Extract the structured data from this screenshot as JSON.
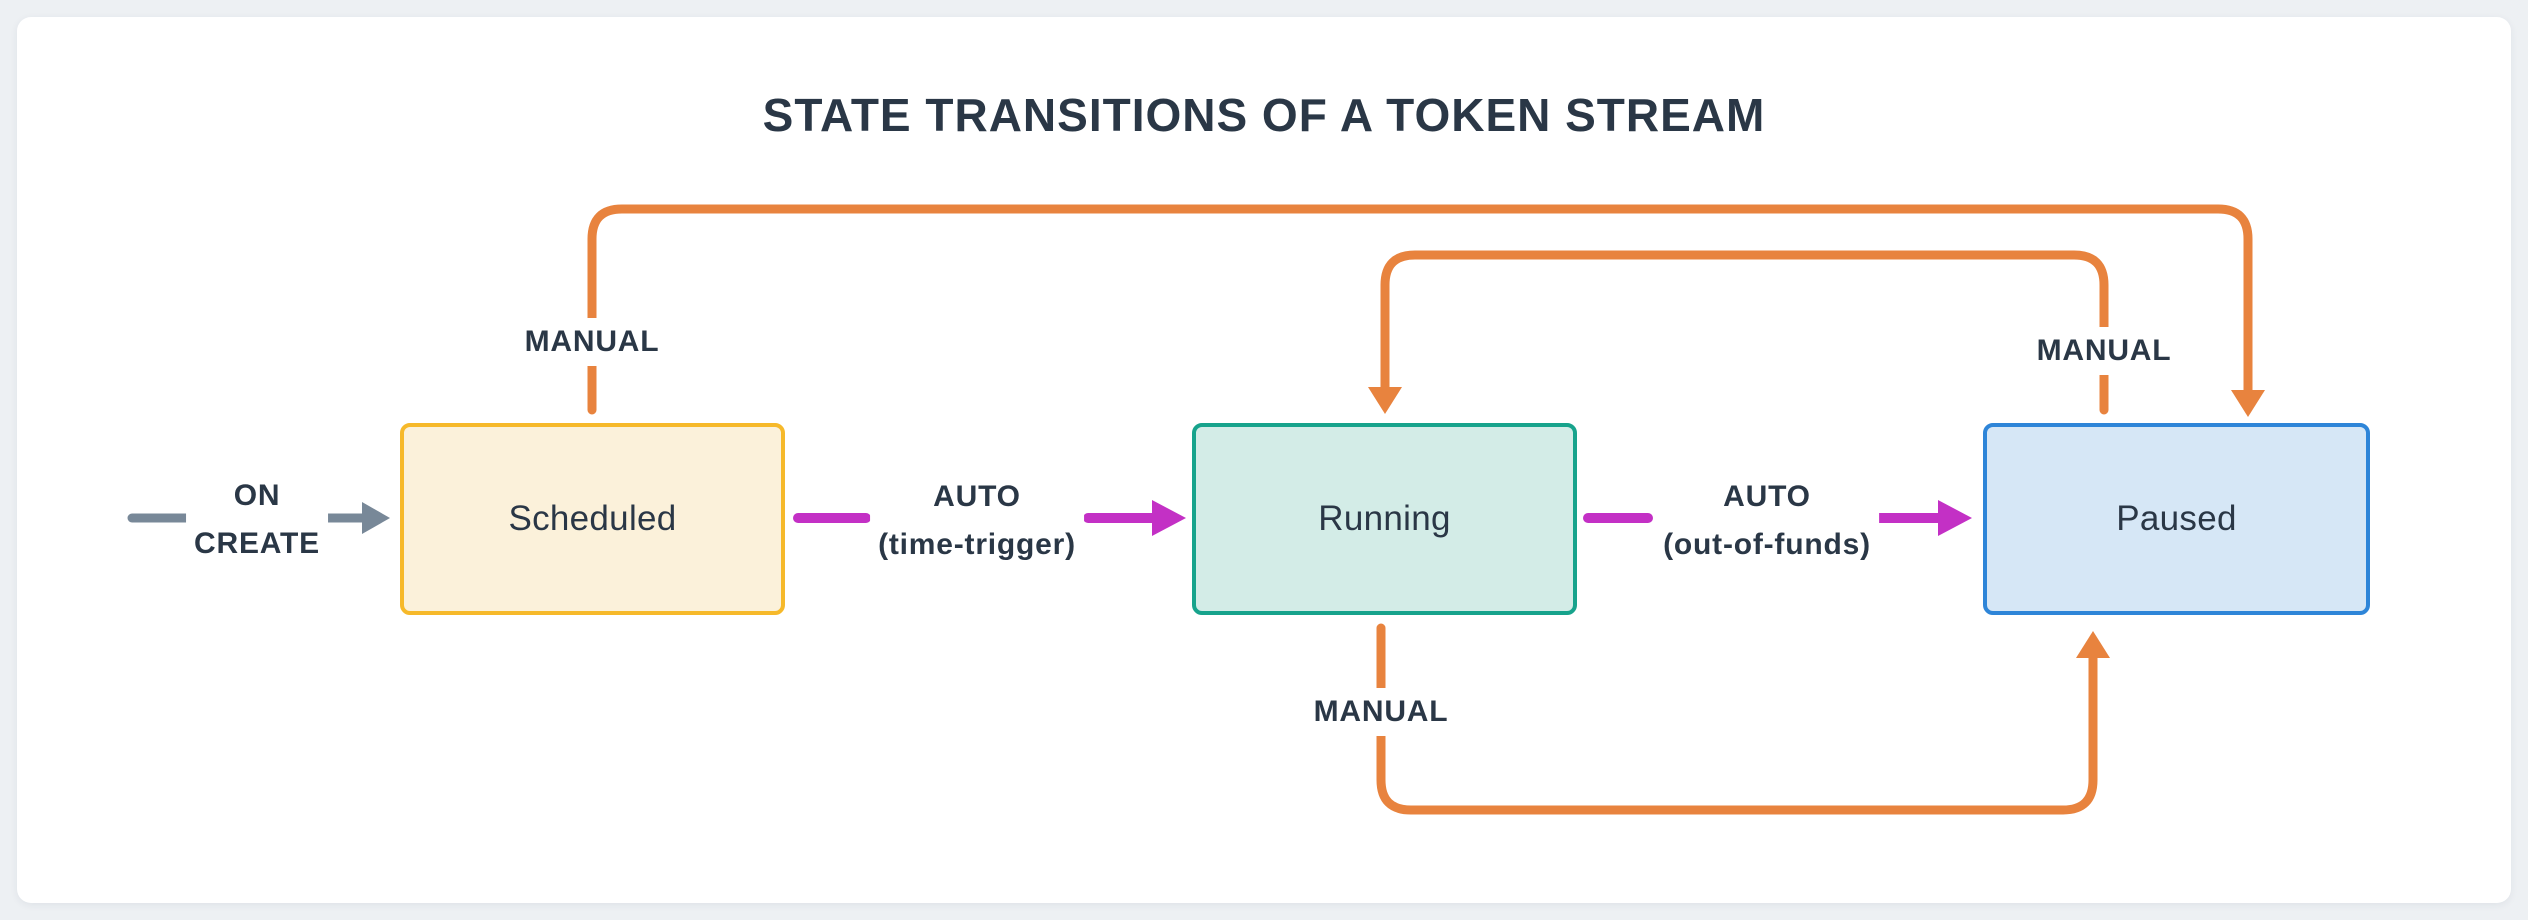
{
  "page": {
    "title": "STATE TRANSITIONS OF A TOKEN STREAM"
  },
  "states": [
    {
      "id": "scheduled",
      "label": "Scheduled"
    },
    {
      "id": "running",
      "label": "Running"
    },
    {
      "id": "paused",
      "label": "Paused"
    }
  ],
  "transitions": [
    {
      "from": null,
      "to": "Scheduled",
      "trigger": "manual-entry",
      "label_line1": "ON",
      "label_line2": "CREATE",
      "color": "gray"
    },
    {
      "from": "Scheduled",
      "to": "Running",
      "trigger": "auto",
      "label_line1": "AUTO",
      "label_line2": "(time-trigger)",
      "color": "magenta"
    },
    {
      "from": "Running",
      "to": "Paused",
      "trigger": "auto",
      "label_line1": "AUTO",
      "label_line2": "(out-of-funds)",
      "color": "magenta"
    },
    {
      "from": "Scheduled",
      "to": "Paused",
      "trigger": "manual",
      "label": "MANUAL",
      "color": "orange"
    },
    {
      "from": "Paused",
      "to": "Running",
      "trigger": "manual",
      "label": "MANUAL",
      "color": "orange"
    },
    {
      "from": "Running",
      "to": "Paused",
      "trigger": "manual",
      "label": "MANUAL",
      "color": "orange"
    }
  ],
  "colors": {
    "page_bg": "#EDF0F3",
    "card_bg": "#FFFFFF",
    "navy": "#2A3746",
    "orange": "#E8833E",
    "magenta": "#C330C5",
    "gray": "#788898",
    "yellow_border": "#F6B92A",
    "yellow_fill": "#FBF1DA",
    "teal_border": "#17A38C",
    "teal_fill": "#D3ECE7",
    "blue_border": "#2E85D8",
    "blue_fill": "#D6E7F6"
  }
}
